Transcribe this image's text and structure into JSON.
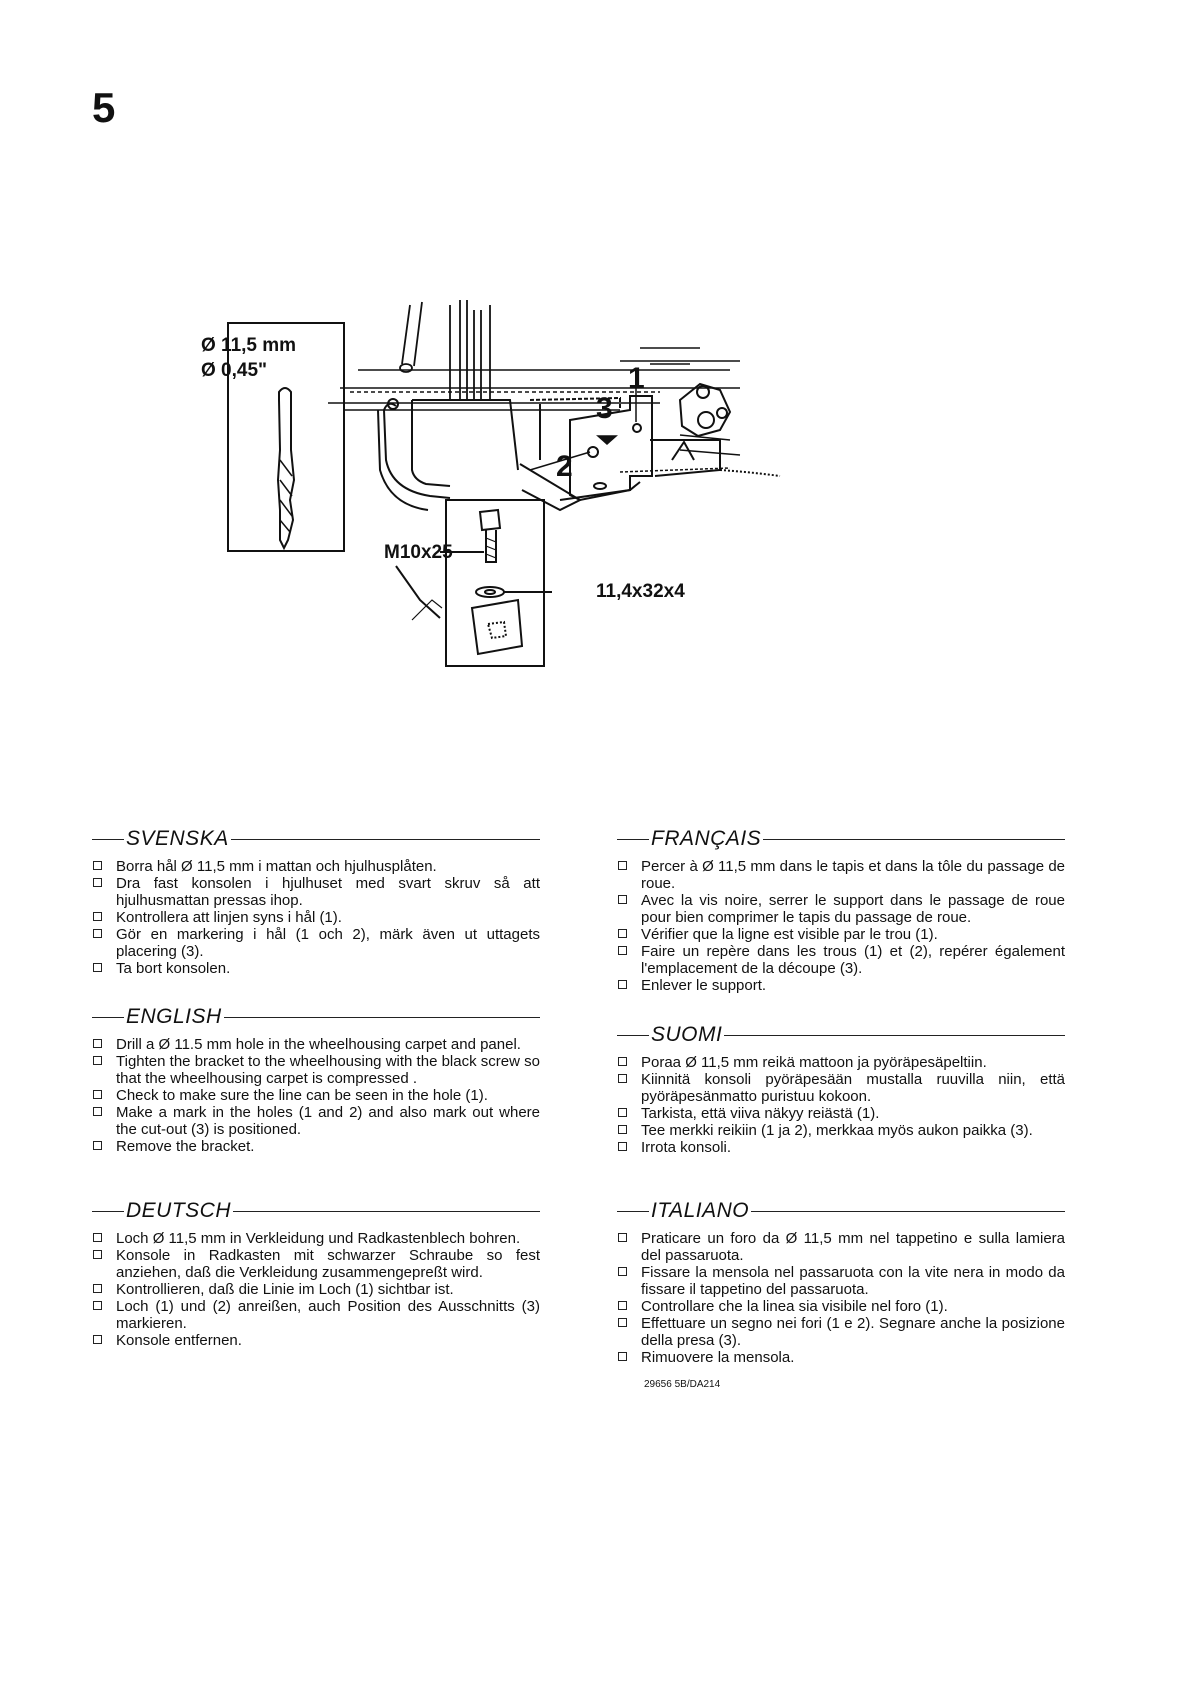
{
  "page": {
    "number": "5"
  },
  "figure": {
    "drill_diameter_mm": "Ø 11,5 mm",
    "drill_diameter_in": "Ø 0,45\"",
    "bolt_label": "M10x25",
    "washer_label": "11,4x32x4",
    "callout_1": "1",
    "callout_2": "2",
    "callout_3": "3"
  },
  "sections": {
    "svenska": {
      "title": "SVENSKA",
      "steps": [
        "Borra hål Ø 11,5 mm i mattan och hjulhusplåten.",
        "Dra fast konsolen i hjulhuset med svart skruv så att hjulhusmattan pressas ihop.",
        "Kontrollera att linjen syns i hål (1).",
        "Gör en markering i hål (1 och 2), märk även ut uttagets placering (3).",
        "Ta bort konsolen."
      ]
    },
    "english": {
      "title": "ENGLISH",
      "steps": [
        "Drill a Ø 11.5 mm hole in the wheelhousing carpet and panel.",
        "Tighten the bracket to the wheelhousing with the black screw so that the wheelhousing carpet is compressed .",
        "Check to make sure the line can be seen in the hole (1).",
        "Make a mark in the holes (1 and 2) and also mark out where the cut-out (3) is positioned.",
        "Remove the bracket."
      ]
    },
    "deutsch": {
      "title": "DEUTSCH",
      "steps": [
        "Loch Ø 11,5 mm in Verkleidung und Radkastenblech bohren.",
        "Konsole in Radkasten mit schwarzer Schraube so fest anziehen, daß die Verkleidung zusammengepreßt wird.",
        "Kontrollieren, daß die Linie im Loch (1) sichtbar ist.",
        "Loch (1) und (2) anreißen, auch Position des Ausschnitts (3) markieren.",
        "Konsole entfernen."
      ]
    },
    "francais": {
      "title": "FRANÇAIS",
      "steps": [
        "Percer à Ø 11,5 mm dans le tapis et dans la tôle du passage de roue.",
        "Avec la vis noire, serrer le support dans le passage de roue pour bien comprimer le tapis du passage de roue.",
        "Vérifier que la ligne est visible par le trou (1).",
        "Faire un repère dans les trous (1) et (2), repérer également l'emplacement de la découpe (3).",
        "Enlever le support."
      ]
    },
    "suomi": {
      "title": "SUOMI",
      "steps": [
        "Poraa Ø 11,5 mm reikä mattoon ja pyöräpesäpeltiin.",
        "Kiinnitä konsoli pyöräpesään mustalla ruuvilla niin, että pyöräpesänmatto puristuu kokoon.",
        "Tarkista, että viiva näkyy reiästä (1).",
        "Tee merkki reikiin (1 ja 2), merkkaa myös aukon paikka (3).",
        "Irrota konsoli."
      ]
    },
    "italiano": {
      "title": "ITALIANO",
      "steps": [
        "Praticare un foro da Ø 11,5 mm nel tappetino e sulla lamiera del passaruota.",
        "Fissare la mensola nel passaruota con la vite nera in modo da fissare il tappetino del passaruota.",
        "Controllare che la linea sia visibile nel foro (1).",
        "Effettuare un segno nei fori (1 e 2). Segnare anche la posizione della presa (3).",
        "Rimuovere la mensola."
      ]
    }
  },
  "footer": {
    "doc_ref": "29656 5B/DA214"
  }
}
